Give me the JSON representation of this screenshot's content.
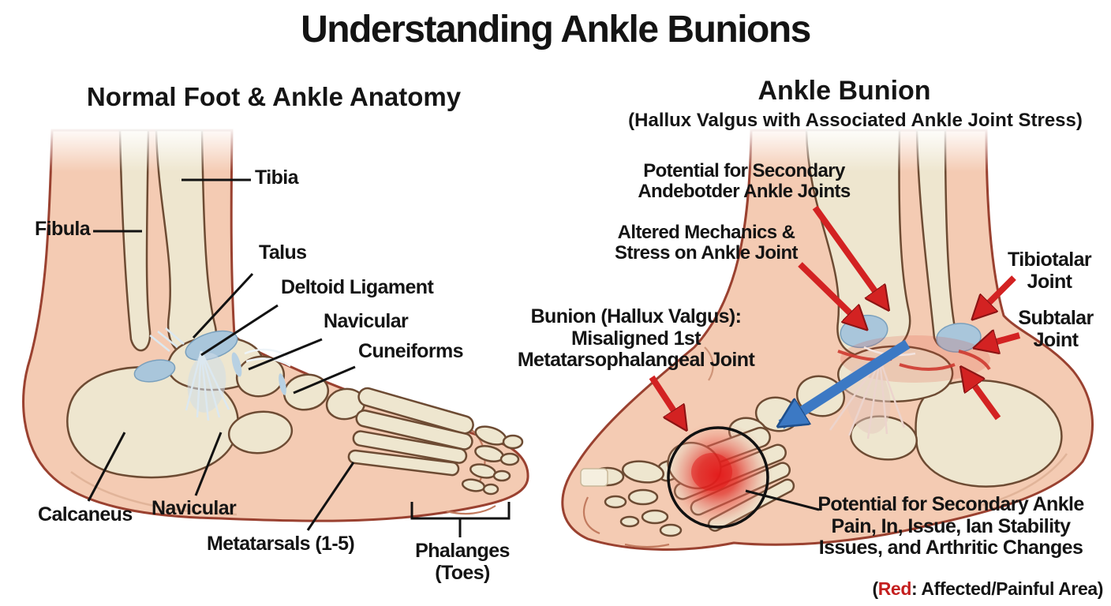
{
  "title": "Understanding Ankle Bunions",
  "left_panel": {
    "title": "Normal Foot & Ankle Anatomy",
    "labels": {
      "tibia": "Tibia",
      "fibula": "Fibula",
      "talus": "Talus",
      "deltoid_ligament": "Deltoid Ligament",
      "navicular_top": "Navicular",
      "cuneiforms": "Cuneiforms",
      "calcaneus": "Calcaneus",
      "navicular_bottom": "Navicular",
      "metatarsals": "Metatarsals (1-5)",
      "phalanges_line1": "Phalanges",
      "phalanges_line2": "(Toes)"
    }
  },
  "right_panel": {
    "title": "Ankle Bunion",
    "subtitle": "(Hallux Valgus with Associated Ankle Joint Stress)",
    "annotations": {
      "secondary_joints_line1": "Potential for Secondary",
      "secondary_joints_line2": "Andebotder Ankle Joints",
      "altered_mechanics_line1": "Altered Mechanics &",
      "altered_mechanics_line2": "Stress on Ankle Joint",
      "tibiotalar_line1": "Tibiotalar",
      "tibiotalar_line2": "Joint",
      "subtalar_line1": "Subtalar",
      "subtalar_line2": "Joint",
      "bunion_heading": "Bunion (Hallux Valgus):",
      "bunion_line2": "Misaligned 1st",
      "bunion_line3": "Metatarsophalangeal Joint",
      "secondary_pain_line1": "Potential for Secondary Ankle",
      "secondary_pain_line2": "Pain, In, Issue, Ian Stability",
      "secondary_pain_line3": "Issues, and Arthritic Changes",
      "legend_prefix": "(",
      "legend_red_word": "Red",
      "legend_suffix": ": Affected/Painful Area)"
    }
  },
  "colors": {
    "skin": "#f4cbb3",
    "skin_outline": "#9a4130",
    "bone": "#eee6cf",
    "bone_outline": "#6d4b33",
    "cartilage": "#a9c6db",
    "ligament": "#dce8f0",
    "inflammation": "#d63a2f",
    "arrow_red": "#d32222",
    "arrow_blue": "#3c79c4",
    "bunion_glow": "#e61a1a",
    "legend_red": "#c41e1e",
    "text": "#141414"
  }
}
